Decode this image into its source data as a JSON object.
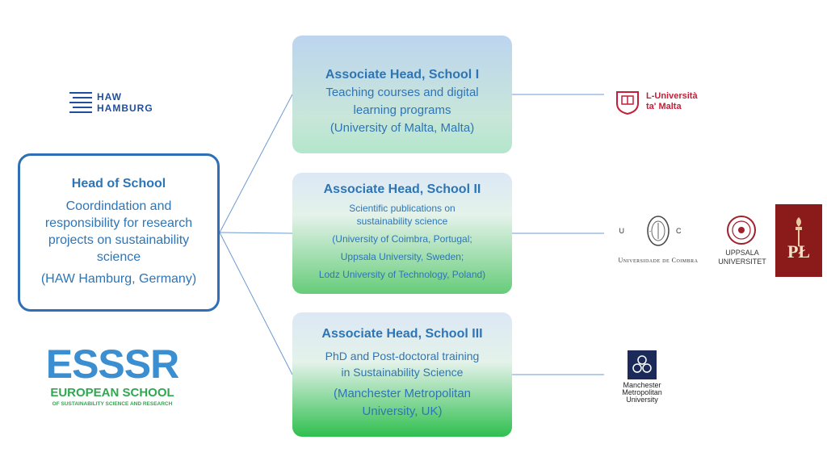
{
  "head": {
    "title": "Head of School",
    "description": "Coordindation and responsibility for research projects on sustainability science",
    "organization": "(HAW Hamburg, Germany)"
  },
  "associates": [
    {
      "title": "Associate Head, School I",
      "description": "Teaching courses and digital learning programs",
      "organization": "(University of Malta, Malta)"
    },
    {
      "title": "Associate Head, School II",
      "description": "Scientific publications on sustainability science",
      "organizations": [
        "(University of Coimbra, Portugal;",
        "Uppsala University, Sweden;",
        "Lodz University of Technology, Poland)"
      ]
    },
    {
      "title": "Associate Head, School III",
      "description": "PhD and Post-doctoral training in Sustainability Science",
      "organization": "(Manchester Metropolitan University, UK)"
    }
  ],
  "logos": {
    "haw": [
      "HAW",
      "HAMBURG"
    ],
    "malta": [
      "L-Università",
      "ta' Malta"
    ],
    "coimbra_letters": "U  ·  C",
    "coimbra_name": "Universidade de Coimbra",
    "uppsala": [
      "UPPSALA",
      "UNIVERSITET"
    ],
    "lodz": "PŁ",
    "manchester": [
      "Manchester",
      "Metropolitan",
      "University"
    ],
    "esssr_main": "ESSSR",
    "esssr_line1": "EUROPEAN SCHOOL",
    "esssr_line2": "OF SUSTAINABILITY SCIENCE AND RESEARCH"
  },
  "colors": {
    "accent": "#2e75b6",
    "border": "#2e6fb5",
    "line": "#6b9bd1"
  }
}
